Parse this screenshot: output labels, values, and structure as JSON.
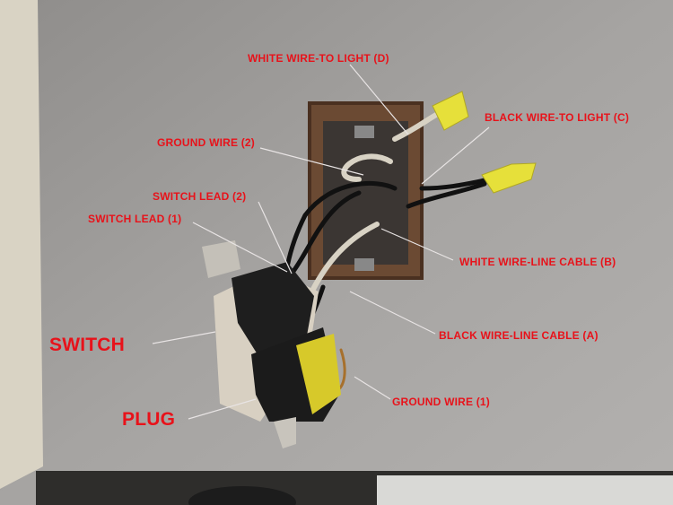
{
  "labels": {
    "white_to_light": "WHITE WIRE-TO LIGHT (D)",
    "black_to_light": "BLACK WIRE-TO LIGHT  (C)",
    "ground_2": "GROUND WIRE (2)",
    "switch_lead_2": "SWITCH LEAD (2)",
    "switch_lead_1": "SWITCH LEAD (1)",
    "white_line": "WHITE WIRE-LINE CABLE (B)",
    "black_line": "BLACK WIRE-LINE CABLE (A)",
    "switch": "SWITCH",
    "ground_1": "GROUND WIRE (1)",
    "plug": "PLUG"
  },
  "colors": {
    "label": "#e8121a",
    "wire_nut": "#e6e03a"
  }
}
